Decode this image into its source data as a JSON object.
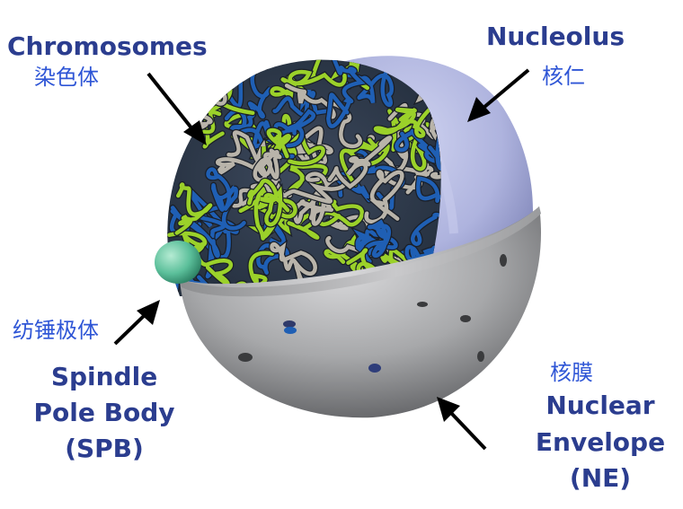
{
  "labels": {
    "chromosomes": {
      "en": "Chromosomes",
      "zh": "染色体"
    },
    "nucleolus": {
      "en": "Nucleolus",
      "zh": "核仁"
    },
    "spb": {
      "en_line1": "Spindle",
      "en_line2": "Pole Body",
      "en_line3": "(SPB)",
      "zh": "纺锤极体"
    },
    "ne": {
      "en_line1": "Nuclear",
      "en_line2": "Envelope",
      "en_line3": "(NE)",
      "zh": "核膜"
    }
  },
  "colors": {
    "label_en": "#2b3d8f",
    "label_zh": "#2f56d6",
    "envelope": "#a9aaac",
    "nucleolus": "#aeb3de",
    "chromosome_green": "#9bd12a",
    "chromosome_blue": "#1f5fb4",
    "chromosome_gray": "#b9b4aa",
    "spb": "#5bbf9a"
  }
}
